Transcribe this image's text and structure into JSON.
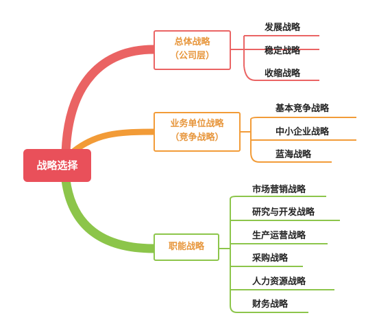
{
  "root": {
    "label": "战略选择"
  },
  "branches": [
    {
      "line1": "总体战略",
      "line2": "（公司层）",
      "color": "#ea6363",
      "leaves": [
        "发展战略",
        "稳定战略",
        "收缩战略"
      ]
    },
    {
      "line1": "业务单位战略",
      "line2": "（竞争战略）",
      "color": "#f29b37",
      "leaves": [
        "基本竞争战略",
        "中小企业战略",
        "蓝海战略"
      ]
    },
    {
      "line1": "职能战略",
      "color": "#8cc54a",
      "leaves": [
        "市场营销战略",
        "研究与开发战略",
        "生产运营战略",
        "采购战略",
        "人力资源战略",
        "财务战略"
      ]
    }
  ],
  "colors": {
    "root": "#e9505a",
    "branch_text": "#e7963c"
  }
}
